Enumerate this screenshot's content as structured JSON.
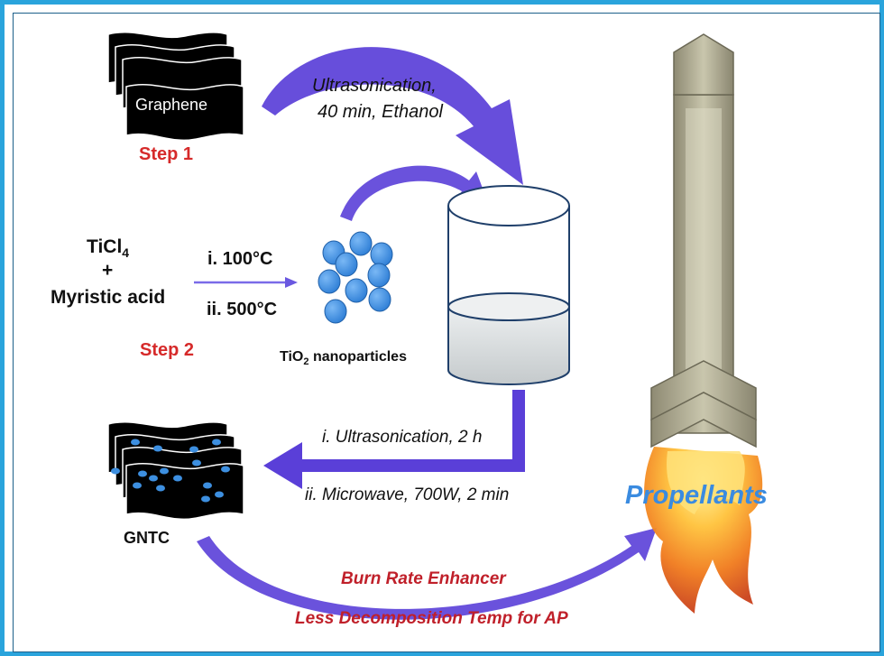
{
  "step1": {
    "graphene_label": "Graphene",
    "step_label": "Step 1",
    "process": [
      "Ultrasonication,",
      "40 min,  Ethanol"
    ]
  },
  "step2": {
    "reactant_1": "TiCl",
    "reactant_1_sub": "4",
    "plus": "+",
    "reactant_2": "Myristic acid",
    "condition_1": "i. 100°C",
    "condition_2": "ii. 500°C",
    "step_label": "Step 2",
    "product_prefix": "TiO",
    "product_sub": "2",
    "product_suffix": " nanoparticles"
  },
  "step3": {
    "condition_1": "i. Ultrasonication, 2 h",
    "condition_2": "ii. Microwave, 700W, 2 min",
    "product": "GNTC"
  },
  "application": {
    "rocket_label": "Propellants",
    "effect_1": "Burn Rate Enhancer",
    "effect_2": "Less Decomposition Temp for AP"
  },
  "colors": {
    "frame": "#2aa4dc",
    "arrow": "#5a3fd8",
    "step_label": "#d62a2a",
    "nanoparticle": "#3d8fe0",
    "propellants": "#3a8be0"
  }
}
